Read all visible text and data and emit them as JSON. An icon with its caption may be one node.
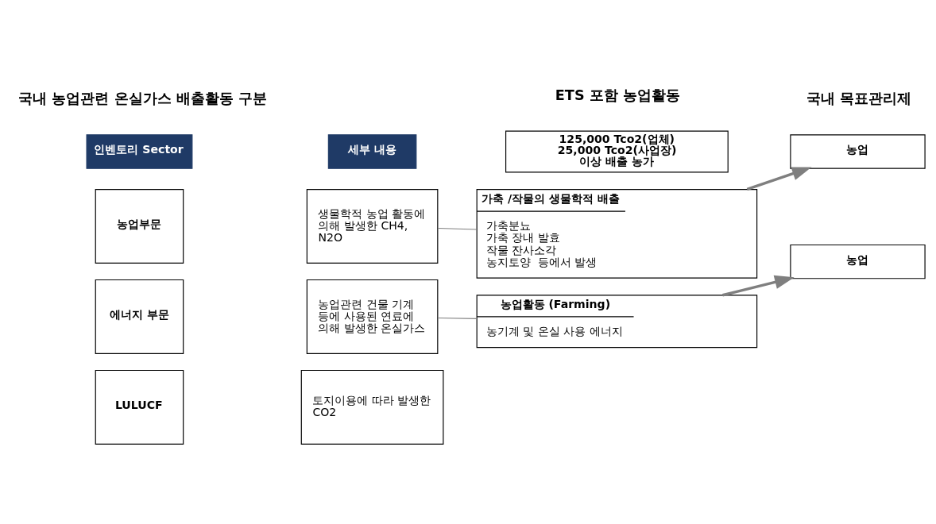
{
  "diagram": {
    "nodes": [
      {
        "text": [
          "인벤토리 Sector"
        ]
      },
      {
        "text": [
          "세부 내용"
        ]
      },
      {
        "text": [
          "농업부문"
        ]
      },
      {
        "text": [
          "생물학적 농업 활동에 의해 발생한 CH4, N2O"
        ]
      },
      {
        "text": [
          "에너지 부문"
        ]
      },
      {
        "text": [
          "농업관련 건물 기계 등에 사용된 연료에 의해 발생한 온실가스"
        ]
      },
      {
        "text": [
          "LULUCF"
        ]
      },
      {
        "text": [
          "토지이용에 따라 발생한 CO2"
        ]
      },
      {
        "text": [
          "125,000 Tco2(업체)",
          "25,000 Tco2(사업장)",
          "이상 배출 농가"
        ]
      },
      {
        "text": [
          "가축 /작물의 생물학적 배출",
          "가축분뇨",
          "가축 장내 발효",
          "작물 잔사소각",
          "농지토양  등에서 발생"
        ]
      },
      {
        "text": [
          "농업활동 (Farming)",
          "농기계 및 온실 사용 에너지"
        ]
      },
      {
        "text": [
          "농업"
        ]
      },
      {
        "text": [
          "농업"
        ]
      }
    ],
    "edges": [
      {
        "from": 3,
        "to": 9,
        "arrow": "none"
      },
      {
        "from": 5,
        "to": 10,
        "arrow": "none"
      },
      {
        "from": 9,
        "to": 11,
        "arrow": "to",
        "style": "thick"
      },
      {
        "from": 10,
        "to": 12,
        "arrow": "to",
        "style": "thick"
      }
    ],
    "labels": [
      "국내 농업관련 온실가스 배출활동 구분",
      "ETS 포함 농업활동",
      "국내 목표관리제"
    ]
  }
}
